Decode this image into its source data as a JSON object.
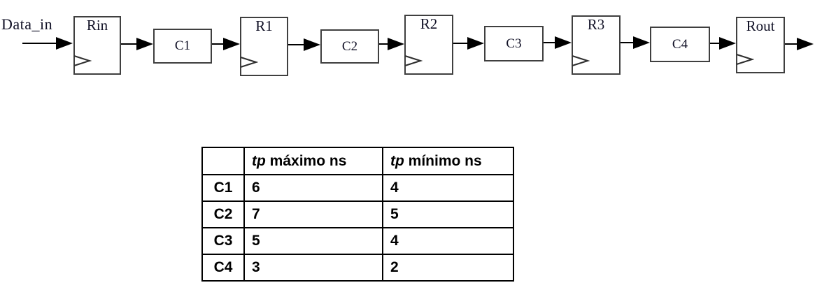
{
  "figure": {
    "data_in_label": "Data_in",
    "registers": [
      "Rin",
      "R1",
      "R2",
      "R3",
      "Rout"
    ],
    "comb_blocks": [
      "C1",
      "C2",
      "C3",
      "C4"
    ]
  },
  "table": {
    "header": {
      "corner": "",
      "tp": "tp",
      "max_suffix": " máximo ns",
      "min_suffix": " mínimo ns"
    },
    "rows": [
      {
        "block": "C1",
        "tp_max": "6",
        "tp_min": "4"
      },
      {
        "block": "C2",
        "tp_max": "7",
        "tp_min": "5"
      },
      {
        "block": "C3",
        "tp_max": "5",
        "tp_min": "4"
      },
      {
        "block": "C4",
        "tp_max": "3",
        "tp_min": "2"
      }
    ]
  },
  "colors": {
    "text": "#111126",
    "line": "#000000",
    "box-border": "#3f3f3f",
    "table-border": "#000000",
    "bg": "#ffffff"
  }
}
